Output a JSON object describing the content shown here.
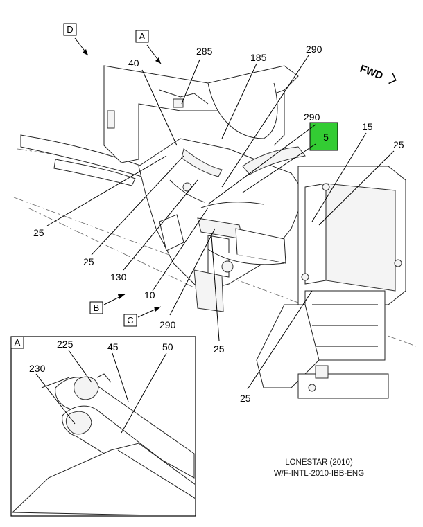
{
  "diagram": {
    "view_labels": [
      "D",
      "A",
      "B",
      "C"
    ],
    "fwd_label": "FWD",
    "callouts": {
      "c285": "285",
      "c40": "40",
      "c185": "185",
      "c290_top": "290",
      "c290_mid": "290",
      "c5": "5",
      "c15": "15",
      "c25_right": "25",
      "c25_left": "25",
      "c25_left2": "25",
      "c130": "130",
      "c10": "10",
      "c290_bottom": "290",
      "c25_bottom": "25",
      "c25_lower": "25"
    },
    "highlight_color": "#33cc33",
    "inset": {
      "label": "A",
      "callouts": {
        "c225": "225",
        "c45": "45",
        "c50": "50",
        "c230": "230"
      }
    }
  },
  "footer": {
    "line1": "LONESTAR (2010)",
    "line2": "W/F-INTL-2010-IBB-ENG"
  }
}
